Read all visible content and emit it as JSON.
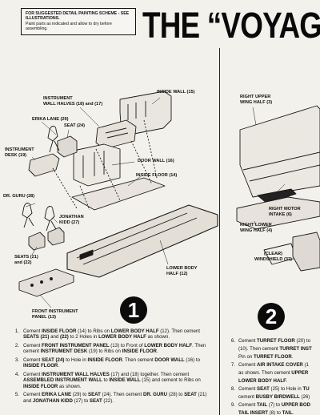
{
  "note": {
    "bold": "FOR SUGGESTED DETAIL PAINTING SCHEME - SEE ILLUSTRATIONS.",
    "text": "Paint parts as indicated and allow to dry before assembling."
  },
  "title": "THE “VOYAG",
  "labels_left": {
    "instrument_wall_halves": "INSTRUMENT\nWALL HALVES (18) and (17)",
    "inside_wall": "INSIDE WALL (15)",
    "erika_lane": "ERIKA LANE (29)",
    "seat_24": "SEAT (24)",
    "instrument_desk": "INSTRUMENT\nDESK (19)",
    "door_wall": "DOOR WALL (16)",
    "inside_floor": "INSIDE FLOOR (14)",
    "dr_guru": "DR. GURU (28)",
    "jonathan_kidd": "JONATHAN\nKIDD (27)",
    "seats_21_22": "SEATS (21)\nand (22)",
    "lower_body_half": "LOWER BODY\nHALF (12)",
    "front_instrument_panel": "FRONT INSTRUMENT\nPANEL (13)"
  },
  "labels_right": {
    "right_upper_wing": "RIGHT UPPER\nWING HALF (3)",
    "right_motor_intake": "RIGHT MOTOR\nINTAKE (6)",
    "right_lower_wing": "RIGHT LOWER\nWING HALF (4)",
    "clear_windshield": "(CLEAR)\nWINDSHIELD (32)"
  },
  "step_numbers": [
    "1",
    "2"
  ],
  "steps_left": [
    {
      "num": "1.",
      "html": "Cement <b>INSIDE FLOOR</b> (14) to Ribs on <b>LOWER BODY HALF</b> (12). Then cement <b>SEATS (21)</b> and <b>(22)</b> to 2 Holes in <b>LOWER BODY HALF</b> as shown."
    },
    {
      "num": "2.",
      "html": "Cement <b>FRONT INSTRUMENT PANEL</b> (13) to Front of <b>LOWER BODY HALF</b>. Then cement <b>INSTRUMENT DESK</b> (19) to Ribs on <b>INSIDE FLOOR</b>."
    },
    {
      "num": "3.",
      "html": "Cement <b>SEAT (24)</b> to Hole in <b>INSIDE FLOOR</b>. Then cement <b>DOOR WALL</b> (16) to <b>INSIDE FLOOR</b>."
    },
    {
      "num": "4.",
      "html": "Cement <b>INSTRUMENT WALL HALVES</b> (17) and (18) together. Then cement <b>ASSEMBLED INSTRUMENT WALL</b> to <b>INSIDE WALL</b> (15) and cement to Ribs on <b>INSIDE FLOOR</b> as shown."
    },
    {
      "num": "5.",
      "html": "Cement <b>ERIKA LANE</b> (29) to <b>SEAT</b> (24). Then cement <b>DR. GURU</b> (28) to <b>SEAT</b> (21) and <b>JONATHAN KIDD</b> (27) to <b>SEAT</b> (22)."
    }
  ],
  "steps_right": [
    {
      "num": "6.",
      "html": "Cement <b>TURRET FLOOR</b> (20) to"
    },
    {
      "num": "",
      "html": "(10). Then cement <b>TURRET INST</b>"
    },
    {
      "num": "",
      "html": "Pin on <b>TURRET FLOOR</b>."
    },
    {
      "num": "7.",
      "html": "Cement <b>AIR INTAKE COVER</b> (1"
    },
    {
      "num": "",
      "html": "as shown. Then cement <b>UPPER</b>"
    },
    {
      "num": "",
      "html": "<b>LOWER BODY HALF</b>."
    },
    {
      "num": "8.",
      "html": "Cement <b>SEAT</b> (25) to Hole in <b>TU</b>"
    },
    {
      "num": "",
      "html": "cement <b>BUSBY BIRDWELL</b> (26)"
    },
    {
      "num": "9.",
      "html": "Cement <b>TAIL</b> (7) to <b>UPPER BOD</b>"
    },
    {
      "num": "",
      "html": "<b>TAIL INSERT</b> (8) to <b>TAIL</b>."
    }
  ]
}
